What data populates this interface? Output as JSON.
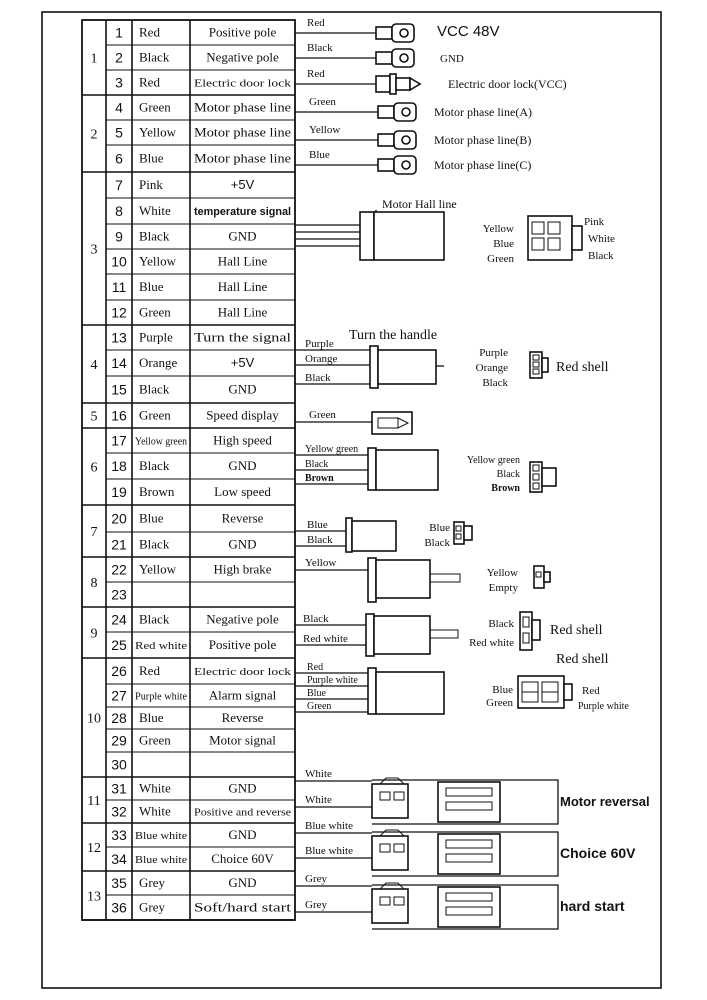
{
  "table": {
    "groups": [
      {
        "id": "1",
        "rows": [
          {
            "pin": "1",
            "color": "Red",
            "function": "Positive pole"
          },
          {
            "pin": "2",
            "color": "Black",
            "function": "Negative pole"
          },
          {
            "pin": "3",
            "color": "Red",
            "function": "Electric door lock"
          }
        ]
      },
      {
        "id": "2",
        "rows": [
          {
            "pin": "4",
            "color": "Green",
            "function": "Motor phase line"
          },
          {
            "pin": "5",
            "color": "Yellow",
            "function": "Motor phase line"
          },
          {
            "pin": "6",
            "color": "Blue",
            "function": "Motor phase line"
          }
        ]
      },
      {
        "id": "3",
        "rows": [
          {
            "pin": "7",
            "color": "Pink",
            "function": "+5V"
          },
          {
            "pin": "8",
            "color": "White",
            "function": "temperature signal"
          },
          {
            "pin": "9",
            "color": "Black",
            "function": "GND"
          },
          {
            "pin": "10",
            "color": "Yellow",
            "function": "Hall Line"
          },
          {
            "pin": "11",
            "color": "Blue",
            "function": "Hall Line"
          },
          {
            "pin": "12",
            "color": "Green",
            "function": "Hall Line"
          }
        ]
      },
      {
        "id": "4",
        "rows": [
          {
            "pin": "13",
            "color": "Purple",
            "function": "Turn the signal"
          },
          {
            "pin": "14",
            "color": "Orange",
            "function": "+5V"
          },
          {
            "pin": "15",
            "color": "Black",
            "function": "GND"
          }
        ]
      },
      {
        "id": "5",
        "rows": [
          {
            "pin": "16",
            "color": "Green",
            "function": "Speed display"
          }
        ]
      },
      {
        "id": "6",
        "rows": [
          {
            "pin": "17",
            "color": "Yellow green",
            "function": "High speed"
          },
          {
            "pin": "18",
            "color": "Black",
            "function": "GND"
          },
          {
            "pin": "19",
            "color": "Brown",
            "function": "Low speed"
          }
        ]
      },
      {
        "id": "7",
        "rows": [
          {
            "pin": "20",
            "color": "Blue",
            "function": "Reverse"
          },
          {
            "pin": "21",
            "color": "Black",
            "function": "GND"
          }
        ]
      },
      {
        "id": "8",
        "rows": [
          {
            "pin": "22",
            "color": "Yellow",
            "function": "High brake"
          },
          {
            "pin": "23",
            "color": "",
            "function": ""
          }
        ]
      },
      {
        "id": "9",
        "rows": [
          {
            "pin": "24",
            "color": "Black",
            "function": "Negative pole"
          },
          {
            "pin": "25",
            "color": "Red white",
            "function": "Positive pole"
          }
        ]
      },
      {
        "id": "10",
        "rows": [
          {
            "pin": "26",
            "color": "Red",
            "function": "Electric door lock"
          },
          {
            "pin": "27",
            "color": "Purple white",
            "function": "Alarm signal"
          },
          {
            "pin": "28",
            "color": "Blue",
            "function": "Reverse"
          },
          {
            "pin": "29",
            "color": "Green",
            "function": "Motor signal"
          },
          {
            "pin": "30",
            "color": "",
            "function": ""
          }
        ]
      },
      {
        "id": "11",
        "rows": [
          {
            "pin": "31",
            "color": "White",
            "function": "GND"
          },
          {
            "pin": "32",
            "color": "White",
            "function": "Positive and reverse"
          }
        ]
      },
      {
        "id": "12",
        "rows": [
          {
            "pin": "33",
            "color": "Blue white",
            "function": "GND"
          },
          {
            "pin": "34",
            "color": "Blue white",
            "function": "Choice 60V"
          }
        ]
      },
      {
        "id": "13",
        "rows": [
          {
            "pin": "35",
            "color": "Grey",
            "function": "GND"
          },
          {
            "pin": "36",
            "color": "Grey",
            "function": "Soft/hard start"
          }
        ]
      }
    ]
  },
  "wiring": {
    "power": {
      "wires": [
        "Red",
        "Black",
        "Red"
      ],
      "labels": [
        "VCC 48V",
        "GND",
        "Electric door lock(VCC)"
      ]
    },
    "phase": {
      "wires": [
        "Green",
        "Yellow",
        "Blue"
      ],
      "labels": [
        "Motor phase line(A)",
        "Motor phase line(B)",
        "Motor phase line(C)"
      ]
    },
    "hall": {
      "title": "Motor Hall line",
      "left": [
        "Yellow",
        "Blue",
        "Green"
      ],
      "right": [
        "Pink",
        "White",
        "Black"
      ]
    },
    "handle": {
      "title": "Turn the handle",
      "wires": [
        "Purple",
        "Orange",
        "Black"
      ],
      "plug": [
        "Purple",
        "Orange",
        "Black"
      ],
      "shell": "Red shell"
    },
    "speed": {
      "wire": "Green"
    },
    "three_speed": {
      "wires": [
        "Yellow green",
        "Black",
        "Brown"
      ],
      "plug": [
        "Yellow green",
        "Black",
        "Brown"
      ]
    },
    "reverse": {
      "wires": [
        "Blue",
        "Black"
      ],
      "plug": [
        "Blue",
        "Black"
      ]
    },
    "brake": {
      "wire": "Yellow",
      "plug": [
        "Yellow",
        "Empty"
      ]
    },
    "battery": {
      "wires": [
        "Black",
        "Red white"
      ],
      "plug": [
        "Black",
        "Red white"
      ],
      "shell": "Red shell"
    },
    "alarm": {
      "shell": "Red shell",
      "wires": [
        "Red",
        "Purple white",
        "Blue",
        "Green"
      ],
      "plug_left": [
        "Blue",
        "Green"
      ],
      "plug_right": [
        "Red",
        "Purple white"
      ]
    },
    "motor_reversal": {
      "wires": [
        "White",
        "White"
      ],
      "label": "Motor reversal"
    },
    "choice": {
      "wires": [
        "Blue white",
        "Blue white"
      ],
      "label": "Choice 60V"
    },
    "hard_start": {
      "wires": [
        "Grey",
        "Grey"
      ],
      "label": "hard start"
    }
  }
}
